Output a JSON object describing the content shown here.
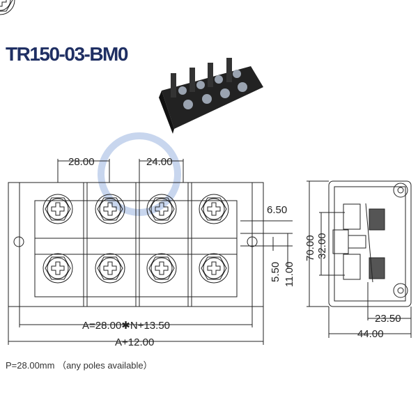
{
  "title": "TR150-03-BM0",
  "note": "P=28.00mm （any poles available）",
  "dimensions": {
    "pitch": "28.00",
    "barrier": "24.00",
    "d650": "6.50",
    "d550": "5.50",
    "d1100": "11.00",
    "height": "70.00",
    "mount": "32.00",
    "d2350": "23.50",
    "depth": "44.00",
    "formula": "A=28.00✱N+13.50",
    "overall": "A+12.00"
  },
  "colors": {
    "title": "#1f2f63",
    "line": "#222222"
  }
}
